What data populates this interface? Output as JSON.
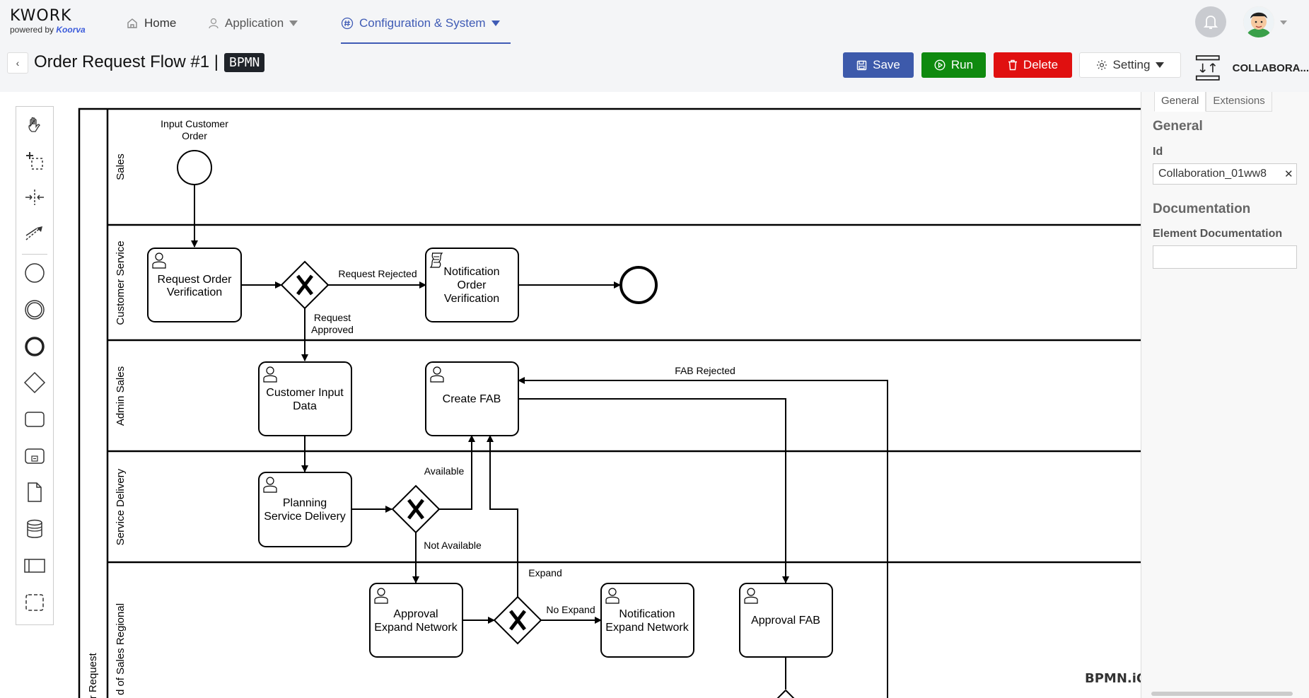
{
  "brand": {
    "name": "KWORK",
    "powered_by": "powered by",
    "company": "Koorva"
  },
  "nav": {
    "home": "Home",
    "application": "Application",
    "configuration": "Configuration & System"
  },
  "page": {
    "title": "Order Request Flow #1 |",
    "badge": "BPMN"
  },
  "toolbar": {
    "save": "Save",
    "run": "Run",
    "delete": "Delete",
    "setting": "Setting"
  },
  "colors": {
    "save": "#3d5aab",
    "run": "#0f8a0f",
    "delete": "#e01010",
    "accent": "#3f5bb5"
  },
  "collaboration": {
    "label": "COLLABORA..."
  },
  "properties": {
    "tabs": [
      "General",
      "Extensions"
    ],
    "general_heading": "General",
    "id_label": "Id",
    "id_value": "Collaboration_01ww8",
    "documentation_heading": "Documentation",
    "element_documentation_label": "Element Documentation"
  },
  "diagram": {
    "pool_label": "er Request",
    "lanes": [
      "Sales",
      "Customer Service",
      "Admin Sales",
      "Service Delivery",
      "d of Sales Regional"
    ],
    "start_event_label": [
      "Input Customer",
      "Order"
    ],
    "tasks": {
      "request_order_verification": [
        "Request Order",
        "Verification"
      ],
      "notification_order_verification": [
        "Notification",
        "Order",
        "Verification"
      ],
      "customer_input_data": [
        "Customer Input",
        "Data"
      ],
      "create_fab": [
        "Create FAB"
      ],
      "planning_service_delivery": [
        "Planning",
        "Service Delivery"
      ],
      "approval_expand_network": [
        "Approval",
        "Expand Network"
      ],
      "notification_expand_network": [
        "Notification",
        "Expand Network"
      ],
      "approval_fab": [
        "Approval FAB"
      ]
    },
    "flow_labels": {
      "request_rejected": "Request Rejected",
      "request_approved": [
        "Request",
        "Approved"
      ],
      "fab_rejected": "FAB Rejected",
      "available": "Available",
      "not_available": "Not Available",
      "expand": "Expand",
      "no_expand": "No Expand"
    },
    "watermark": "BPMN.iO"
  }
}
